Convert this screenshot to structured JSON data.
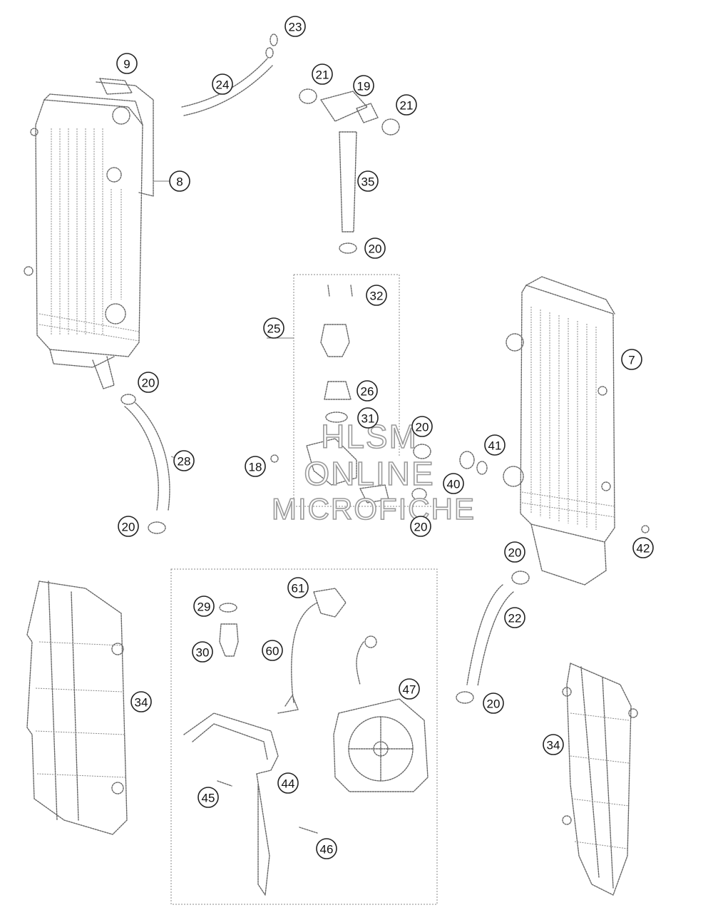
{
  "watermark": {
    "line1": "HLSM",
    "line2": "ONLINE",
    "line3": "MICROFICHE"
  },
  "callouts": [
    {
      "id": "c23a",
      "label": "23"
    },
    {
      "id": "c9",
      "label": "9"
    },
    {
      "id": "c24",
      "label": "24"
    },
    {
      "id": "c21a",
      "label": "21"
    },
    {
      "id": "c19",
      "label": "19"
    },
    {
      "id": "c21b",
      "label": "21"
    },
    {
      "id": "c8",
      "label": "8"
    },
    {
      "id": "c35",
      "label": "35"
    },
    {
      "id": "c20a",
      "label": "20"
    },
    {
      "id": "c32",
      "label": "32"
    },
    {
      "id": "c25",
      "label": "25"
    },
    {
      "id": "c7",
      "label": "7"
    },
    {
      "id": "c20b",
      "label": "20"
    },
    {
      "id": "c26",
      "label": "26"
    },
    {
      "id": "c31",
      "label": "31"
    },
    {
      "id": "c20c",
      "label": "20"
    },
    {
      "id": "c28",
      "label": "28"
    },
    {
      "id": "c18",
      "label": "18"
    },
    {
      "id": "c41",
      "label": "41"
    },
    {
      "id": "c40",
      "label": "40"
    },
    {
      "id": "c20d",
      "label": "20"
    },
    {
      "id": "c20e",
      "label": "20"
    },
    {
      "id": "c42",
      "label": "42"
    },
    {
      "id": "c20f",
      "label": "20"
    },
    {
      "id": "c61",
      "label": "61"
    },
    {
      "id": "c29",
      "label": "29"
    },
    {
      "id": "c22",
      "label": "22"
    },
    {
      "id": "c30",
      "label": "30"
    },
    {
      "id": "c60",
      "label": "60"
    },
    {
      "id": "c47",
      "label": "47"
    },
    {
      "id": "c34a",
      "label": "34"
    },
    {
      "id": "c20g",
      "label": "20"
    },
    {
      "id": "c34b",
      "label": "34"
    },
    {
      "id": "c44",
      "label": "44"
    },
    {
      "id": "c45",
      "label": "45"
    },
    {
      "id": "c46",
      "label": "46"
    }
  ]
}
